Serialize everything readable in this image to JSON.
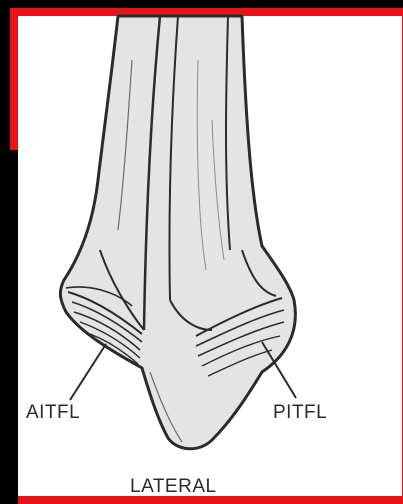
{
  "labels": {
    "left_ligament": "AITFL",
    "right_ligament": "PITFL",
    "bottom_view": "LATERAL"
  },
  "colors": {
    "frame_border": "#e8141a",
    "outside_background": "#000000",
    "bone_fill": "#e2e2e2",
    "ink": "#2b2b2b"
  }
}
